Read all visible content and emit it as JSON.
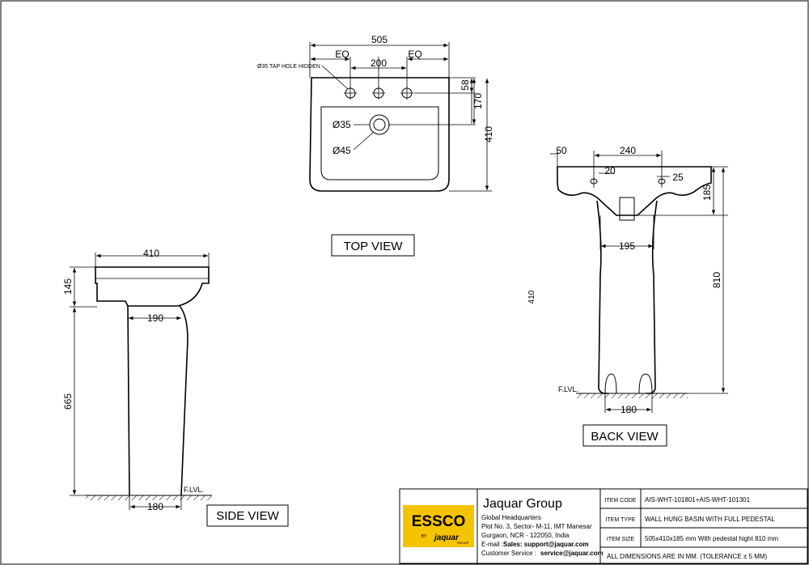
{
  "views": {
    "top_view_label": "TOP VIEW",
    "side_view_label": "SIDE VIEW",
    "back_view_label": "BACK VIEW"
  },
  "top_view": {
    "overall_width": "505",
    "eq_left": "EQ",
    "eq_right": "EQ",
    "hole_spacing": "200",
    "tap_hole_note": "Ø35 TAP HOLE HIDDEN",
    "depth_58": "58",
    "depth_170": "170",
    "depth_410": "410",
    "dia_35": "Ø35",
    "dia_45": "Ø45"
  },
  "side_view": {
    "width_410": "410",
    "height_145": "145",
    "pedestal_190": "190",
    "height_665": "665",
    "base_180": "180",
    "floor_level": "F.LVL."
  },
  "back_view": {
    "dim_50": "50",
    "dim_240": "240",
    "dim_20": "20",
    "dim_25": "25",
    "dim_185": "185",
    "dim_195": "195",
    "dim_810": "810",
    "base_180": "180",
    "floor_level": "F.LVL."
  },
  "stray_mark": "410",
  "title_block": {
    "logo_text": "ESSCO",
    "logo_by": "BY",
    "logo_brand": "jaquar",
    "logo_group": "GROUP",
    "company": "Jaquar Group",
    "hq": "Global Headquarters",
    "address1": "Plot No. 3, Sector- M-11, IMT Manesar",
    "address2": "Gurgaon, NCR - 122050, India",
    "email_label": "E-mail :",
    "email_value": "Sales: support@jaquar.com",
    "service_label": "Customer Service :",
    "service_value": "service@jaquar.com",
    "item_code_label": "ITEM CODE",
    "item_code_value": "AIS-WHT-101801+AIS-WHT-101301",
    "item_type_label": "ITEM TYPE",
    "item_type_value": "WALL HUNG BASIN WITH FULL PEDESTAL",
    "item_size_label": "ITEM SIZE",
    "item_size_value": "505x410x185 mm With pedestal hight 810 mm",
    "note": "ALL DIMENSIONS ARE IN MM. (TOLERANCE ± 5 MM)"
  },
  "colors": {
    "logo_red": "#d7261e",
    "logo_yellow": "#f5c400"
  }
}
